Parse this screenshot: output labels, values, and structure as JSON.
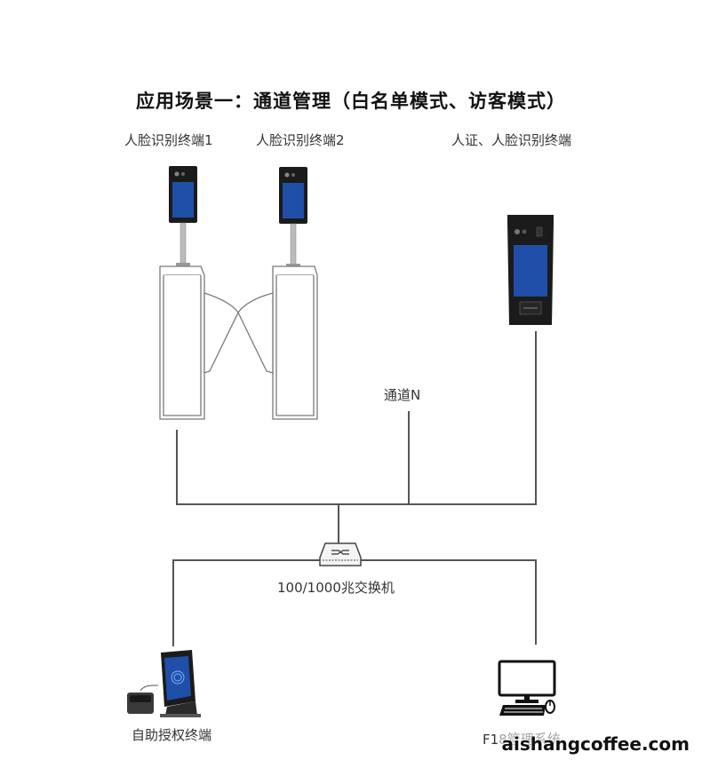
{
  "title": "应用场景一：通道管理（白名单模式、访客模式）",
  "labels": {
    "terminal1": "人脸识别终端1",
    "terminal2": "人脸识别终端2",
    "id_face_terminal": "人证、人脸识别终端",
    "channel": "通道N",
    "switch": "100/1000兆交换机",
    "auth_terminal": "自助授权终端",
    "pc": "F18管理系统",
    "watermark": "aishangcoffee.com"
  },
  "colors": {
    "line": "#555555",
    "device_body": "#1b1b1b",
    "screen_blue": "#1f4fa8",
    "turnstile_stroke": "#7a7a7a"
  },
  "icons": [
    "face-terminal-icon",
    "turnstile-icon",
    "id-face-terminal-icon",
    "network-switch-icon",
    "fingerprint-terminal-icon",
    "desktop-pc-icon"
  ]
}
